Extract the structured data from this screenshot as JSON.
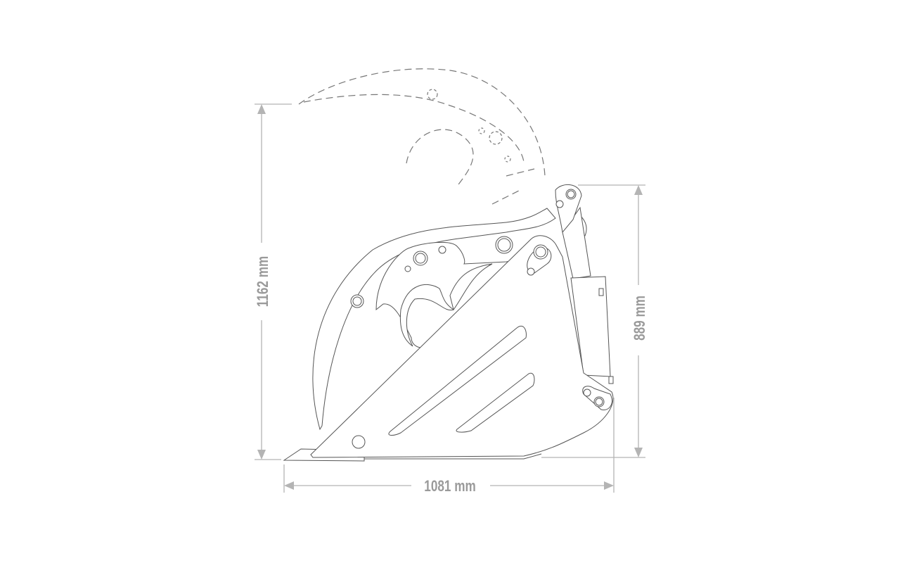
{
  "dimensions": {
    "total_height": "1162 mm",
    "bucket_height": "889 mm",
    "width": "1081 mm"
  },
  "colors": {
    "line": "#555555",
    "dimension": "#b4b4b4",
    "label": "#9a9a9a"
  }
}
